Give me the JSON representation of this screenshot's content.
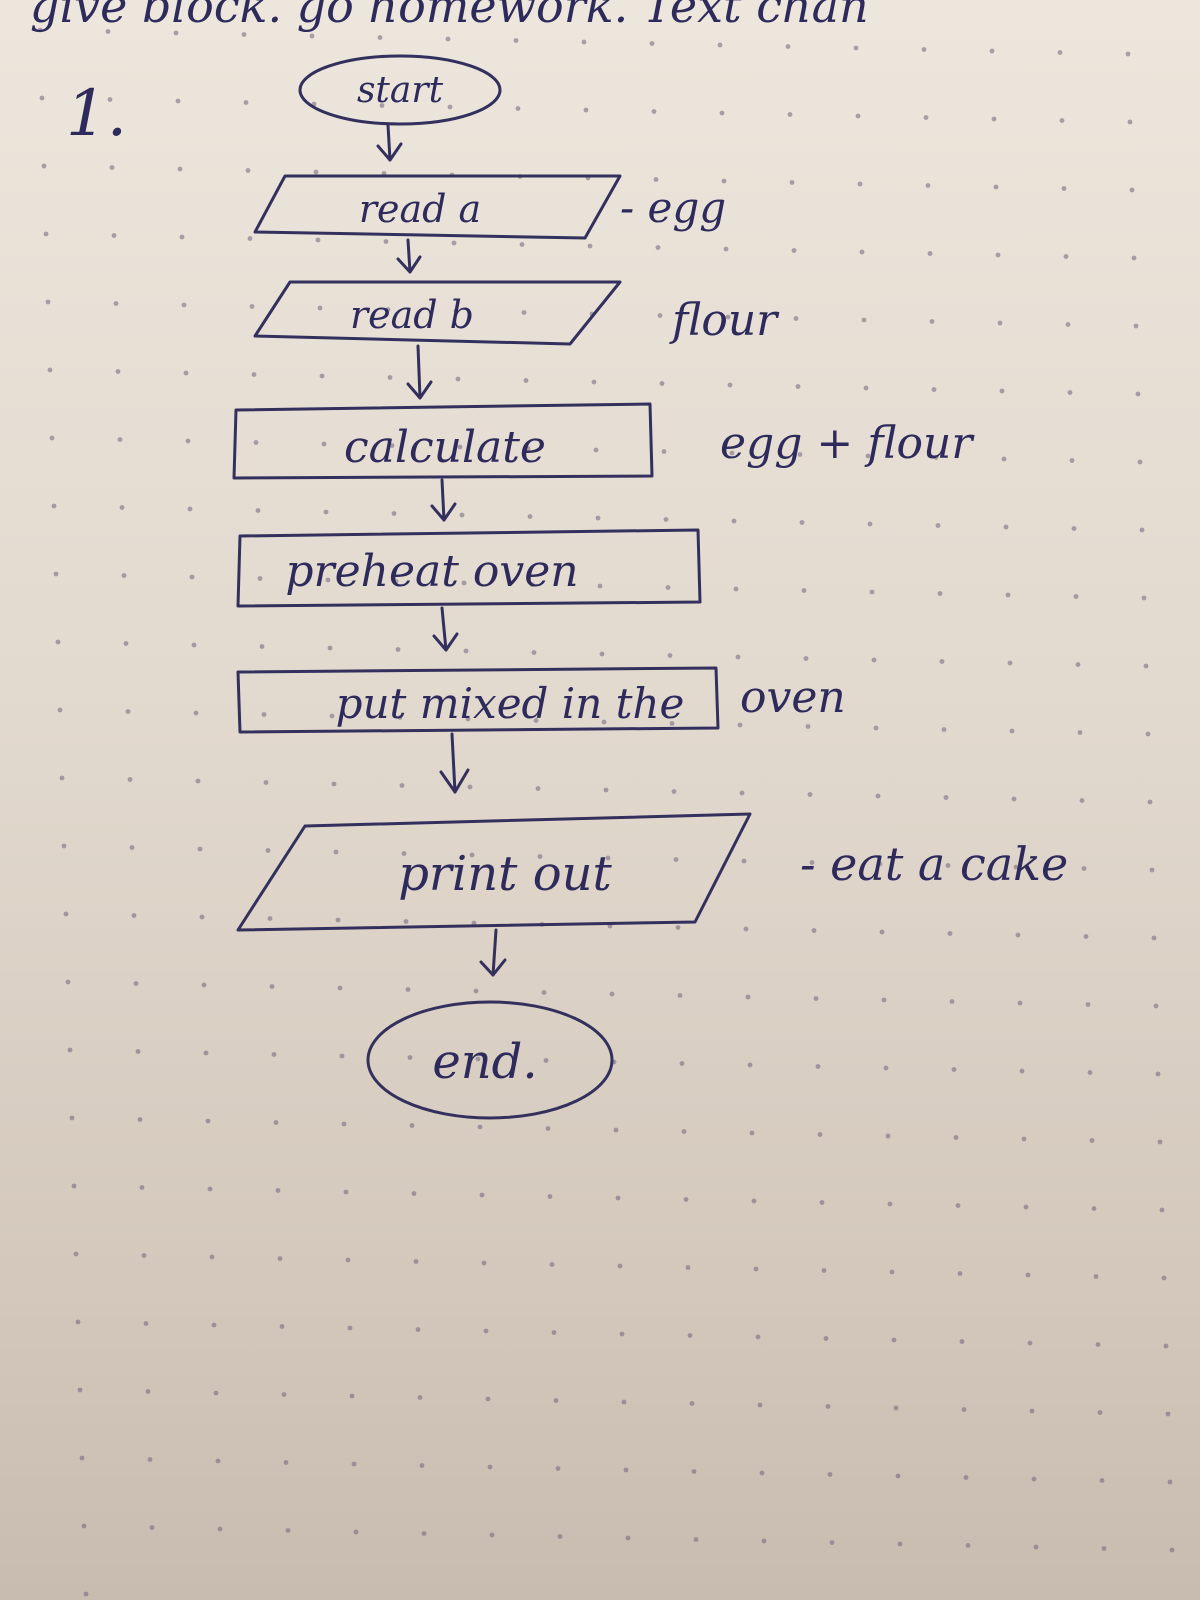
{
  "header": {
    "text": "give block. go homework. Text chan"
  },
  "problem_number": "1.",
  "flowchart": {
    "nodes": [
      {
        "id": "start",
        "shape": "terminal",
        "label": "start"
      },
      {
        "id": "read-a",
        "shape": "input-output",
        "label": "read a"
      },
      {
        "id": "read-b",
        "shape": "input-output",
        "label": "read b"
      },
      {
        "id": "calculate",
        "shape": "process",
        "label": "calculate"
      },
      {
        "id": "preheat",
        "shape": "process",
        "label": "preheat oven"
      },
      {
        "id": "put-mixed",
        "shape": "process",
        "label": "put mixed in the"
      },
      {
        "id": "print-out",
        "shape": "input-output",
        "label": "print out"
      },
      {
        "id": "end",
        "shape": "terminal",
        "label": "end."
      }
    ],
    "annotations": {
      "read_a": "- egg",
      "read_b": "flour",
      "calculate": "egg + flour",
      "put_mixed": "oven",
      "print_out": "- eat a cake"
    }
  },
  "colors": {
    "paper": "#e6ded3",
    "ink": "#33305e",
    "dots": "#6f6478"
  }
}
